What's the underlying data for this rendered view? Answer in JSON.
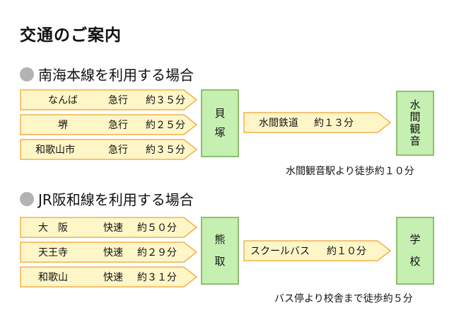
{
  "title": "交通のご案内",
  "sections": [
    {
      "heading": "南海本線を利用する場合",
      "origins": [
        {
          "station": "なんば",
          "service": "急行",
          "time": "約３５分"
        },
        {
          "station": "堺",
          "service": "急行",
          "time": "約２５分"
        },
        {
          "station": "和歌山市",
          "service": "急行",
          "time": "約３５分"
        }
      ],
      "transfer_station": [
        "貝",
        "塚"
      ],
      "connection": {
        "line": "水間鉄道",
        "time": "約１３分"
      },
      "destination": [
        "水",
        "間",
        "観",
        "音"
      ],
      "note": "水間観音駅より徒歩約１０分"
    },
    {
      "heading": "JR阪和線を利用する場合",
      "origins": [
        {
          "station": "大　阪",
          "service": "快速",
          "time": "約５０分"
        },
        {
          "station": "天王寺",
          "service": "快速",
          "time": "約２９分"
        },
        {
          "station": "和歌山",
          "service": "快速",
          "time": "約３１分"
        }
      ],
      "transfer_station": [
        "熊",
        "取"
      ],
      "connection": {
        "line": "スクールバス",
        "time": "約１０分"
      },
      "destination": [
        "学",
        "校"
      ],
      "note": "バス停より校舎まで徒歩約５分"
    }
  ],
  "colors": {
    "arrow_fill": "#fff6c8",
    "arrow_stroke": "#f2b04a",
    "box_fill": "#c6efb2",
    "box_stroke": "#8dbf6c"
  }
}
